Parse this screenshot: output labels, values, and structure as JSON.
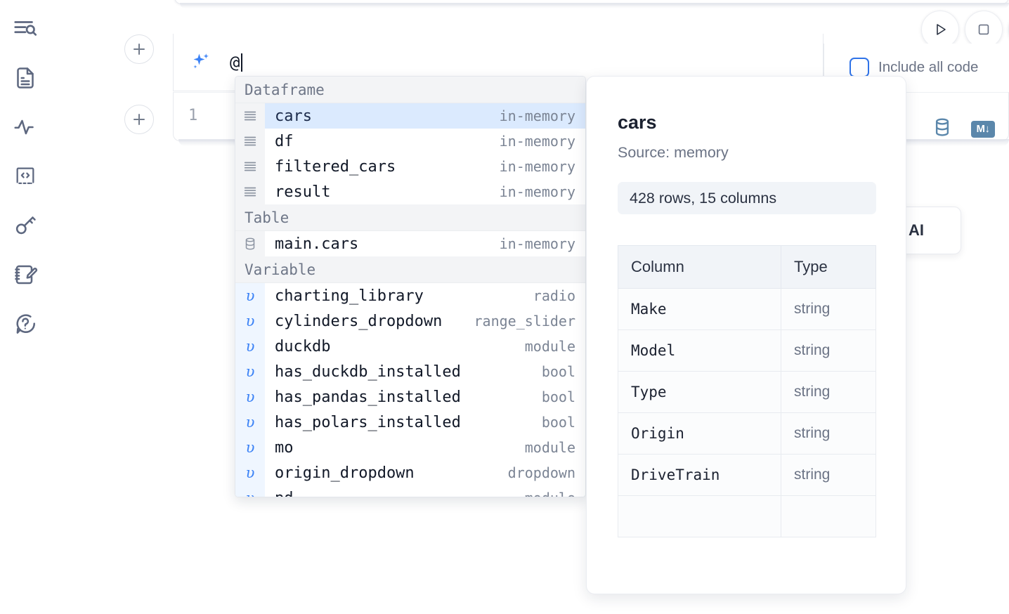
{
  "sidebar": {
    "items": [
      {
        "name": "explore-outline-icon",
        "label": "Outline"
      },
      {
        "name": "file-document-icon",
        "label": "Notebook file"
      },
      {
        "name": "activity-icon",
        "label": "Activity"
      },
      {
        "name": "code-snippet-icon",
        "label": "Snippets"
      },
      {
        "name": "key-icon",
        "label": "Secrets"
      },
      {
        "name": "scratchpad-edit-icon",
        "label": "Scratchpad"
      },
      {
        "name": "help-chat-icon",
        "label": "Help"
      }
    ]
  },
  "ai_bar": {
    "sparkle_icon": "sparkle-icon",
    "input_value": "@",
    "placeholder": "",
    "add_above_label": "+",
    "add_below_label": "+"
  },
  "run_controls": {
    "run_label": "▷",
    "stop_label": "□",
    "include_all_code_label": "Include all code",
    "include_all_code_checked": false
  },
  "code_cell": {
    "line_number": "1",
    "database_icon": "database-icon",
    "markdown_badge": "M↓"
  },
  "ai_popover": {
    "text": "h AI"
  },
  "autocomplete": {
    "groups": [
      {
        "label": "Dataframe",
        "items": [
          {
            "icon": "dataframe-icon",
            "name": "cars",
            "kind": "in-memory",
            "selected": true
          },
          {
            "icon": "dataframe-icon",
            "name": "df",
            "kind": "in-memory",
            "selected": false
          },
          {
            "icon": "dataframe-icon",
            "name": "filtered_cars",
            "kind": "in-memory",
            "selected": false
          },
          {
            "icon": "dataframe-icon",
            "name": "result",
            "kind": "in-memory",
            "selected": false
          }
        ]
      },
      {
        "label": "Table",
        "items": [
          {
            "icon": "table-database-icon",
            "name": "main.cars",
            "kind": "in-memory",
            "selected": false
          }
        ]
      },
      {
        "label": "Variable",
        "items": [
          {
            "icon": "variable-icon",
            "name": "charting_library",
            "kind": "radio",
            "selected": false
          },
          {
            "icon": "variable-icon",
            "name": "cylinders_dropdown",
            "kind": "range_slider",
            "selected": false
          },
          {
            "icon": "variable-icon",
            "name": "duckdb",
            "kind": "module",
            "selected": false
          },
          {
            "icon": "variable-icon",
            "name": "has_duckdb_installed",
            "kind": "bool",
            "selected": false
          },
          {
            "icon": "variable-icon",
            "name": "has_pandas_installed",
            "kind": "bool",
            "selected": false
          },
          {
            "icon": "variable-icon",
            "name": "has_polars_installed",
            "kind": "bool",
            "selected": false
          },
          {
            "icon": "variable-icon",
            "name": "mo",
            "kind": "module",
            "selected": false
          },
          {
            "icon": "variable-icon",
            "name": "origin_dropdown",
            "kind": "dropdown",
            "selected": false
          },
          {
            "icon": "variable-icon",
            "name": "pd",
            "kind": "module",
            "selected": false
          }
        ]
      }
    ]
  },
  "detail_panel": {
    "title": "cars",
    "source": "Source: memory",
    "shape": "428 rows, 15 columns",
    "table": {
      "headers": [
        "Column",
        "Type"
      ],
      "rows": [
        [
          "Make",
          "string"
        ],
        [
          "Model",
          "string"
        ],
        [
          "Type",
          "string"
        ],
        [
          "Origin",
          "string"
        ],
        [
          "DriveTrain",
          "string"
        ]
      ]
    }
  },
  "colors": {
    "accent_blue": "#3b82f6",
    "selection_blue": "#dbeafe",
    "variable_strip": "#eff6ff",
    "muted_text": "#6b7385",
    "icon_slate": "#5e6880",
    "badge_blue": "#5b87ab"
  }
}
